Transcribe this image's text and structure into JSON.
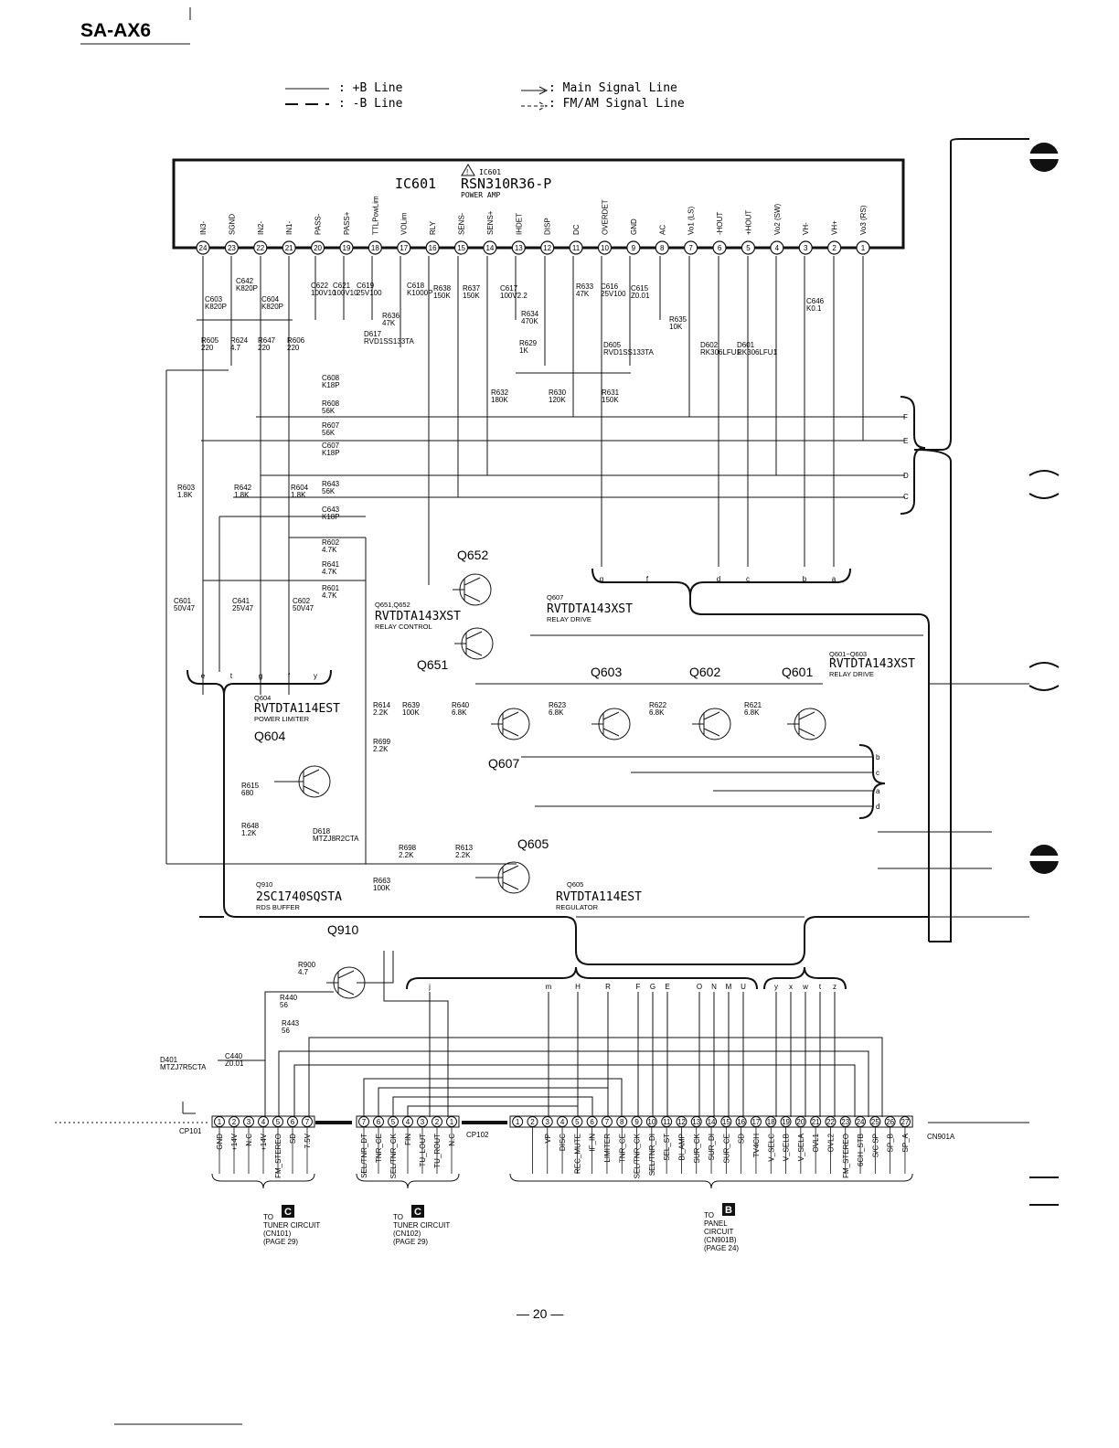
{
  "header": {
    "model": "SA-AX6"
  },
  "legend": {
    "plus_b": ": +B Line",
    "minus_b": ": -B Line",
    "main_signal": ": Main Signal Line",
    "fmam_signal": ": FM/AM Signal Line"
  },
  "ic601": {
    "name": "IC601",
    "ref": "IC601",
    "part": "RSN310R36-P",
    "desc": "POWER AMP",
    "pins": [
      {
        "n": "24",
        "label": "IN3-"
      },
      {
        "n": "23",
        "label": "SGND"
      },
      {
        "n": "22",
        "label": "IN2-"
      },
      {
        "n": "21",
        "label": "IN1-"
      },
      {
        "n": "20",
        "label": "PASS-"
      },
      {
        "n": "19",
        "label": "PASS+"
      },
      {
        "n": "18",
        "label": "TTLPowLim"
      },
      {
        "n": "17",
        "label": "VOLim"
      },
      {
        "n": "16",
        "label": "RLY"
      },
      {
        "n": "15",
        "label": "SENS-"
      },
      {
        "n": "14",
        "label": "SENS+"
      },
      {
        "n": "13",
        "label": "IHDET"
      },
      {
        "n": "12",
        "label": "DISP"
      },
      {
        "n": "11",
        "label": "DC"
      },
      {
        "n": "10",
        "label": "OVERDET"
      },
      {
        "n": "9",
        "label": "GND"
      },
      {
        "n": "8",
        "label": "AC"
      },
      {
        "n": "7",
        "label": "Vo1 (LS)"
      },
      {
        "n": "6",
        "label": "-HOUT"
      },
      {
        "n": "5",
        "label": "+HOUT"
      },
      {
        "n": "4",
        "label": "Vo2 (SW)"
      },
      {
        "n": "3",
        "label": "VH-"
      },
      {
        "n": "2",
        "label": "VH+"
      },
      {
        "n": "1",
        "label": "Vo3 (RS)"
      }
    ]
  },
  "parts": [
    {
      "id": "C642",
      "v": "K820P"
    },
    {
      "id": "C603",
      "v": "K820P"
    },
    {
      "id": "C604",
      "v": "K820P"
    },
    {
      "id": "C622",
      "v": "100V10"
    },
    {
      "id": "C621",
      "v": "100V10"
    },
    {
      "id": "C619",
      "v": "25V100"
    },
    {
      "id": "C618",
      "v": "K1000P"
    },
    {
      "id": "R636",
      "v": "47K"
    },
    {
      "id": "D617",
      "v": "RVD1SS133TA"
    },
    {
      "id": "R605",
      "v": "220"
    },
    {
      "id": "R624",
      "v": "4.7"
    },
    {
      "id": "R647",
      "v": "220"
    },
    {
      "id": "R606",
      "v": "220"
    },
    {
      "id": "R638",
      "v": "150K"
    },
    {
      "id": "R637",
      "v": "150K"
    },
    {
      "id": "C617",
      "v": "100V2.2"
    },
    {
      "id": "R634",
      "v": "470K"
    },
    {
      "id": "R629",
      "v": "1K"
    },
    {
      "id": "R633",
      "v": "47K"
    },
    {
      "id": "C616",
      "v": "25V100"
    },
    {
      "id": "C615",
      "v": "Z0.01"
    },
    {
      "id": "R635",
      "v": "10K"
    },
    {
      "id": "D605",
      "v": "RVD1SS133TA"
    },
    {
      "id": "D602",
      "v": "RK306LFU1"
    },
    {
      "id": "D601",
      "v": "RK306LFU1"
    },
    {
      "id": "C646",
      "v": "K0.1"
    },
    {
      "id": "R632",
      "v": "180K"
    },
    {
      "id": "R630",
      "v": "120K"
    },
    {
      "id": "R631",
      "v": "150K"
    },
    {
      "id": "C608",
      "v": "K18P"
    },
    {
      "id": "R608",
      "v": "56K"
    },
    {
      "id": "R607",
      "v": "56K"
    },
    {
      "id": "C607",
      "v": "K18P"
    },
    {
      "id": "R643",
      "v": "56K"
    },
    {
      "id": "C643",
      "v": "K18P"
    },
    {
      "id": "R603",
      "v": "1.8K"
    },
    {
      "id": "R642",
      "v": "1.8K"
    },
    {
      "id": "R604",
      "v": "1.8K"
    },
    {
      "id": "R602",
      "v": "4.7K"
    },
    {
      "id": "R641",
      "v": "4.7K"
    },
    {
      "id": "R601",
      "v": "4.7K"
    },
    {
      "id": "C601",
      "v": "50V47"
    },
    {
      "id": "C641",
      "v": "25V47"
    },
    {
      "id": "C602",
      "v": "50V47"
    },
    {
      "id": "R614",
      "v": "2.2K"
    },
    {
      "id": "R639",
      "v": "100K"
    },
    {
      "id": "R640",
      "v": "6.8K"
    },
    {
      "id": "R623",
      "v": "6.8K"
    },
    {
      "id": "R622",
      "v": "6.8K"
    },
    {
      "id": "R621",
      "v": "6.8K"
    },
    {
      "id": "R699",
      "v": "2.2K"
    },
    {
      "id": "R615",
      "v": "680"
    },
    {
      "id": "R648",
      "v": "1.2K"
    },
    {
      "id": "D618",
      "v": "MTZJ8R2CTA"
    },
    {
      "id": "R698",
      "v": "2.2K"
    },
    {
      "id": "R613",
      "v": "2.2K"
    },
    {
      "id": "R663",
      "v": "100K"
    },
    {
      "id": "R900",
      "v": "4.7"
    },
    {
      "id": "R440",
      "v": "56"
    },
    {
      "id": "R443",
      "v": "56"
    },
    {
      "id": "D401",
      "v": "MTZJ7R5CTA"
    },
    {
      "id": "C440",
      "v": "Z0.01"
    }
  ],
  "transistors": {
    "q652": {
      "label": "Q652"
    },
    "q651": {
      "label": "Q651"
    },
    "q651_652": {
      "ref": "Q651,Q652",
      "type": "RVTDTA143XST",
      "desc": "RELAY CONTROL"
    },
    "q607_block": {
      "ref": "Q607",
      "type": "RVTDTA143XST",
      "desc": "RELAY DRIVE"
    },
    "q607": {
      "label": "Q607"
    },
    "q603": {
      "label": "Q603"
    },
    "q602": {
      "label": "Q602"
    },
    "q601": {
      "label": "Q601"
    },
    "q601_603": {
      "ref": "Q601~Q603",
      "type": "RVTDTA143XST",
      "desc": "RELAY DRIVE"
    },
    "q604_block": {
      "ref": "Q604",
      "type": "RVTDTA114EST",
      "desc": "POWER LIMITER"
    },
    "q604": {
      "label": "Q604"
    },
    "q605": {
      "label": "Q605"
    },
    "q605_block": {
      "ref": "Q605",
      "type": "RVTDTA114EST",
      "desc": "REGULATOR"
    },
    "q910_block": {
      "ref": "Q910",
      "type": "2SC1740SQSTA",
      "desc": "RDS BUFFER"
    },
    "q910": {
      "label": "Q910"
    }
  },
  "bus_letters": {
    "right_group": [
      "F",
      "E",
      "D",
      "C"
    ],
    "lower_left_group": [
      "e",
      "t",
      "g",
      "f",
      "y"
    ],
    "mid_group": [
      "g",
      "f",
      "d",
      "c",
      "b",
      "a"
    ],
    "q_right_group": [
      "b",
      "c",
      "a",
      "d"
    ],
    "bottom_left": [
      "j"
    ],
    "bottom_mid": [
      "m",
      "H",
      "R",
      "F",
      "G",
      "E",
      "O",
      "N",
      "M",
      "U"
    ],
    "bottom_right": [
      "y",
      "x",
      "w",
      "t",
      "z"
    ]
  },
  "connectors": {
    "cp101": {
      "name": "CP101",
      "pins": [
        "GND",
        "+14V",
        "N.C",
        "+14V",
        "FM_STEREO",
        "SD",
        "7.5V"
      ],
      "to_label": "TO",
      "to_badge": "C",
      "to_lines": [
        "TUNER CIRCUIT",
        "(CN101)",
        "(PAGE 29)"
      ]
    },
    "cp102": {
      "name": "CP102",
      "pins": [
        "SEL/TNR_DT",
        "TNR_CE",
        "SEL/TNR_CK",
        "FIN",
        "TU_LOUT",
        "TU_ROUT",
        "N.C"
      ],
      "to_label": "TO",
      "to_badge": "C",
      "to_lines": [
        "TUNER CIRCUIT",
        "(CN102)",
        "(PAGE 29)"
      ]
    },
    "cn901a": {
      "name": "CN901A",
      "pins": [
        "",
        "VP",
        "DISC",
        "REC_MUTE",
        "IF_IN",
        "LIMITER",
        "TNR_CE",
        "SEL/TNR_CK",
        "SEL/TNR_DI",
        "SEL_ST",
        "BI_AMP",
        "SUR_CK",
        "SUR_DI",
        "SUR_CE",
        "SD",
        "TV4CH",
        "V_SELC",
        "V_SELB",
        "V_SELA",
        "OVL1",
        "OVL2",
        "FM_STEREO",
        "6CH_STB",
        "S/C SP",
        "SP_B",
        "SP_A"
      ],
      "to_label": "TO",
      "to_badge": "B",
      "to_lines": [
        "PANEL",
        "CIRCUIT",
        "(CN901B)",
        "(PAGE 24)"
      ]
    }
  },
  "footer": {
    "page": "— 20 —"
  }
}
